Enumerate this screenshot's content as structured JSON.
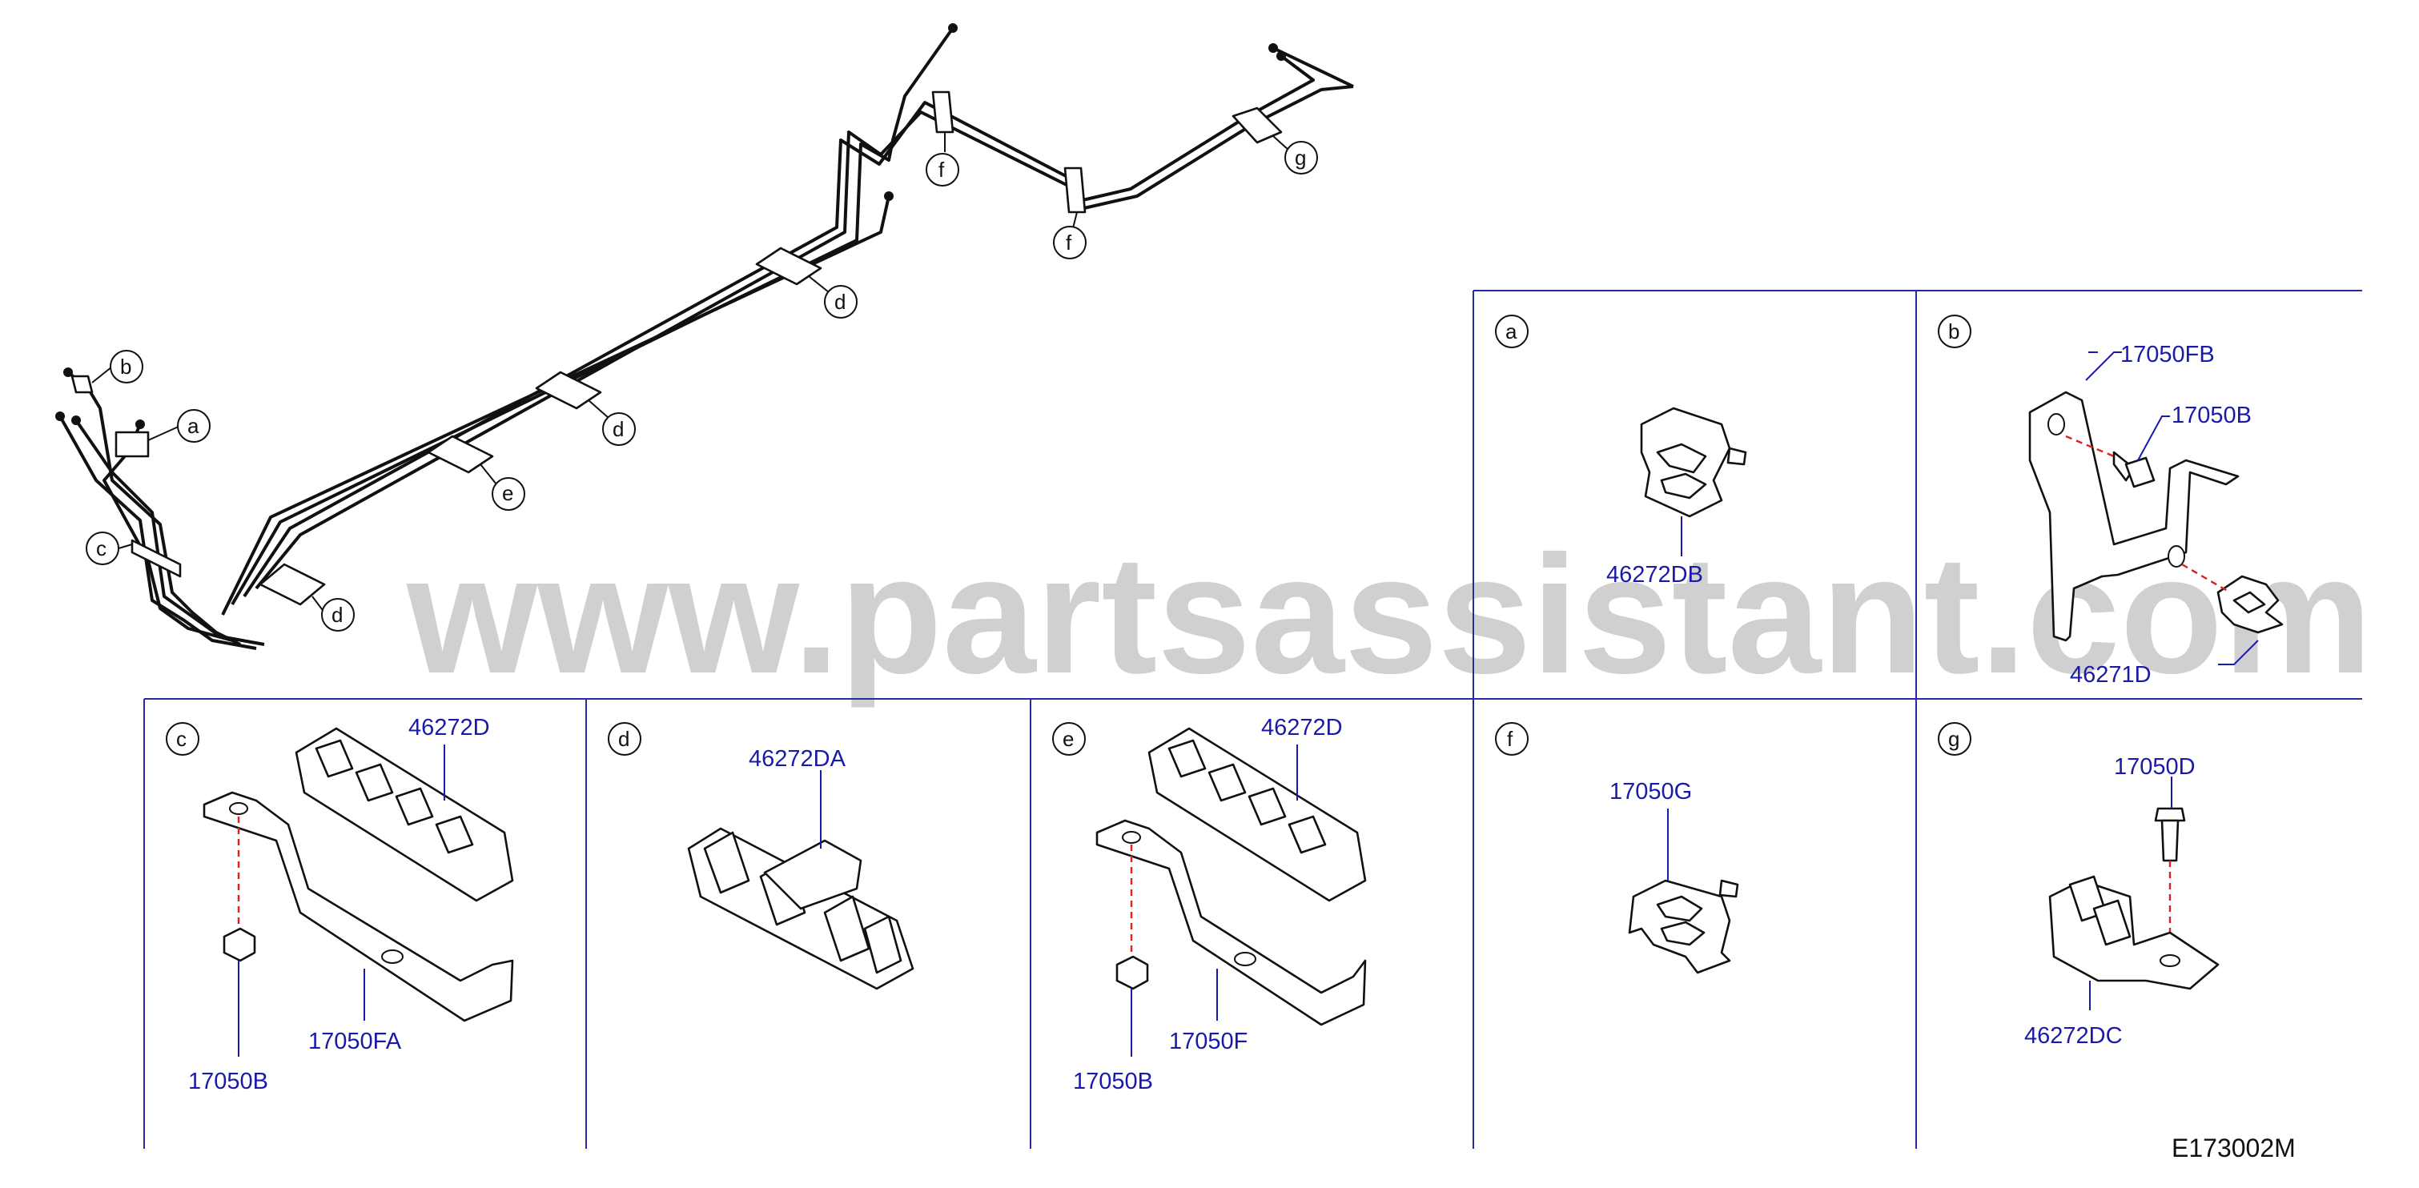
{
  "watermark": "www.partsassistant.com",
  "drawing_code": "E173002M",
  "main_callouts": {
    "b": "b",
    "a": "a",
    "c": "c",
    "d1": "d",
    "e": "e",
    "d2": "d",
    "d3": "d",
    "f1": "f",
    "f2": "f",
    "g": "g"
  },
  "panels": {
    "a": {
      "letter": "a",
      "parts": [
        "46272DB"
      ]
    },
    "b": {
      "letter": "b",
      "parts": [
        "17050FB",
        "17050B",
        "46271D"
      ]
    },
    "c": {
      "letter": "c",
      "parts": [
        "46272D",
        "17050FA",
        "17050B"
      ]
    },
    "d": {
      "letter": "d",
      "parts": [
        "46272DA"
      ]
    },
    "e": {
      "letter": "e",
      "parts": [
        "46272D",
        "17050F",
        "17050B"
      ]
    },
    "f": {
      "letter": "f",
      "parts": [
        "17050G"
      ]
    },
    "g": {
      "letter": "g",
      "parts": [
        "17050D",
        "46272DC"
      ]
    }
  }
}
